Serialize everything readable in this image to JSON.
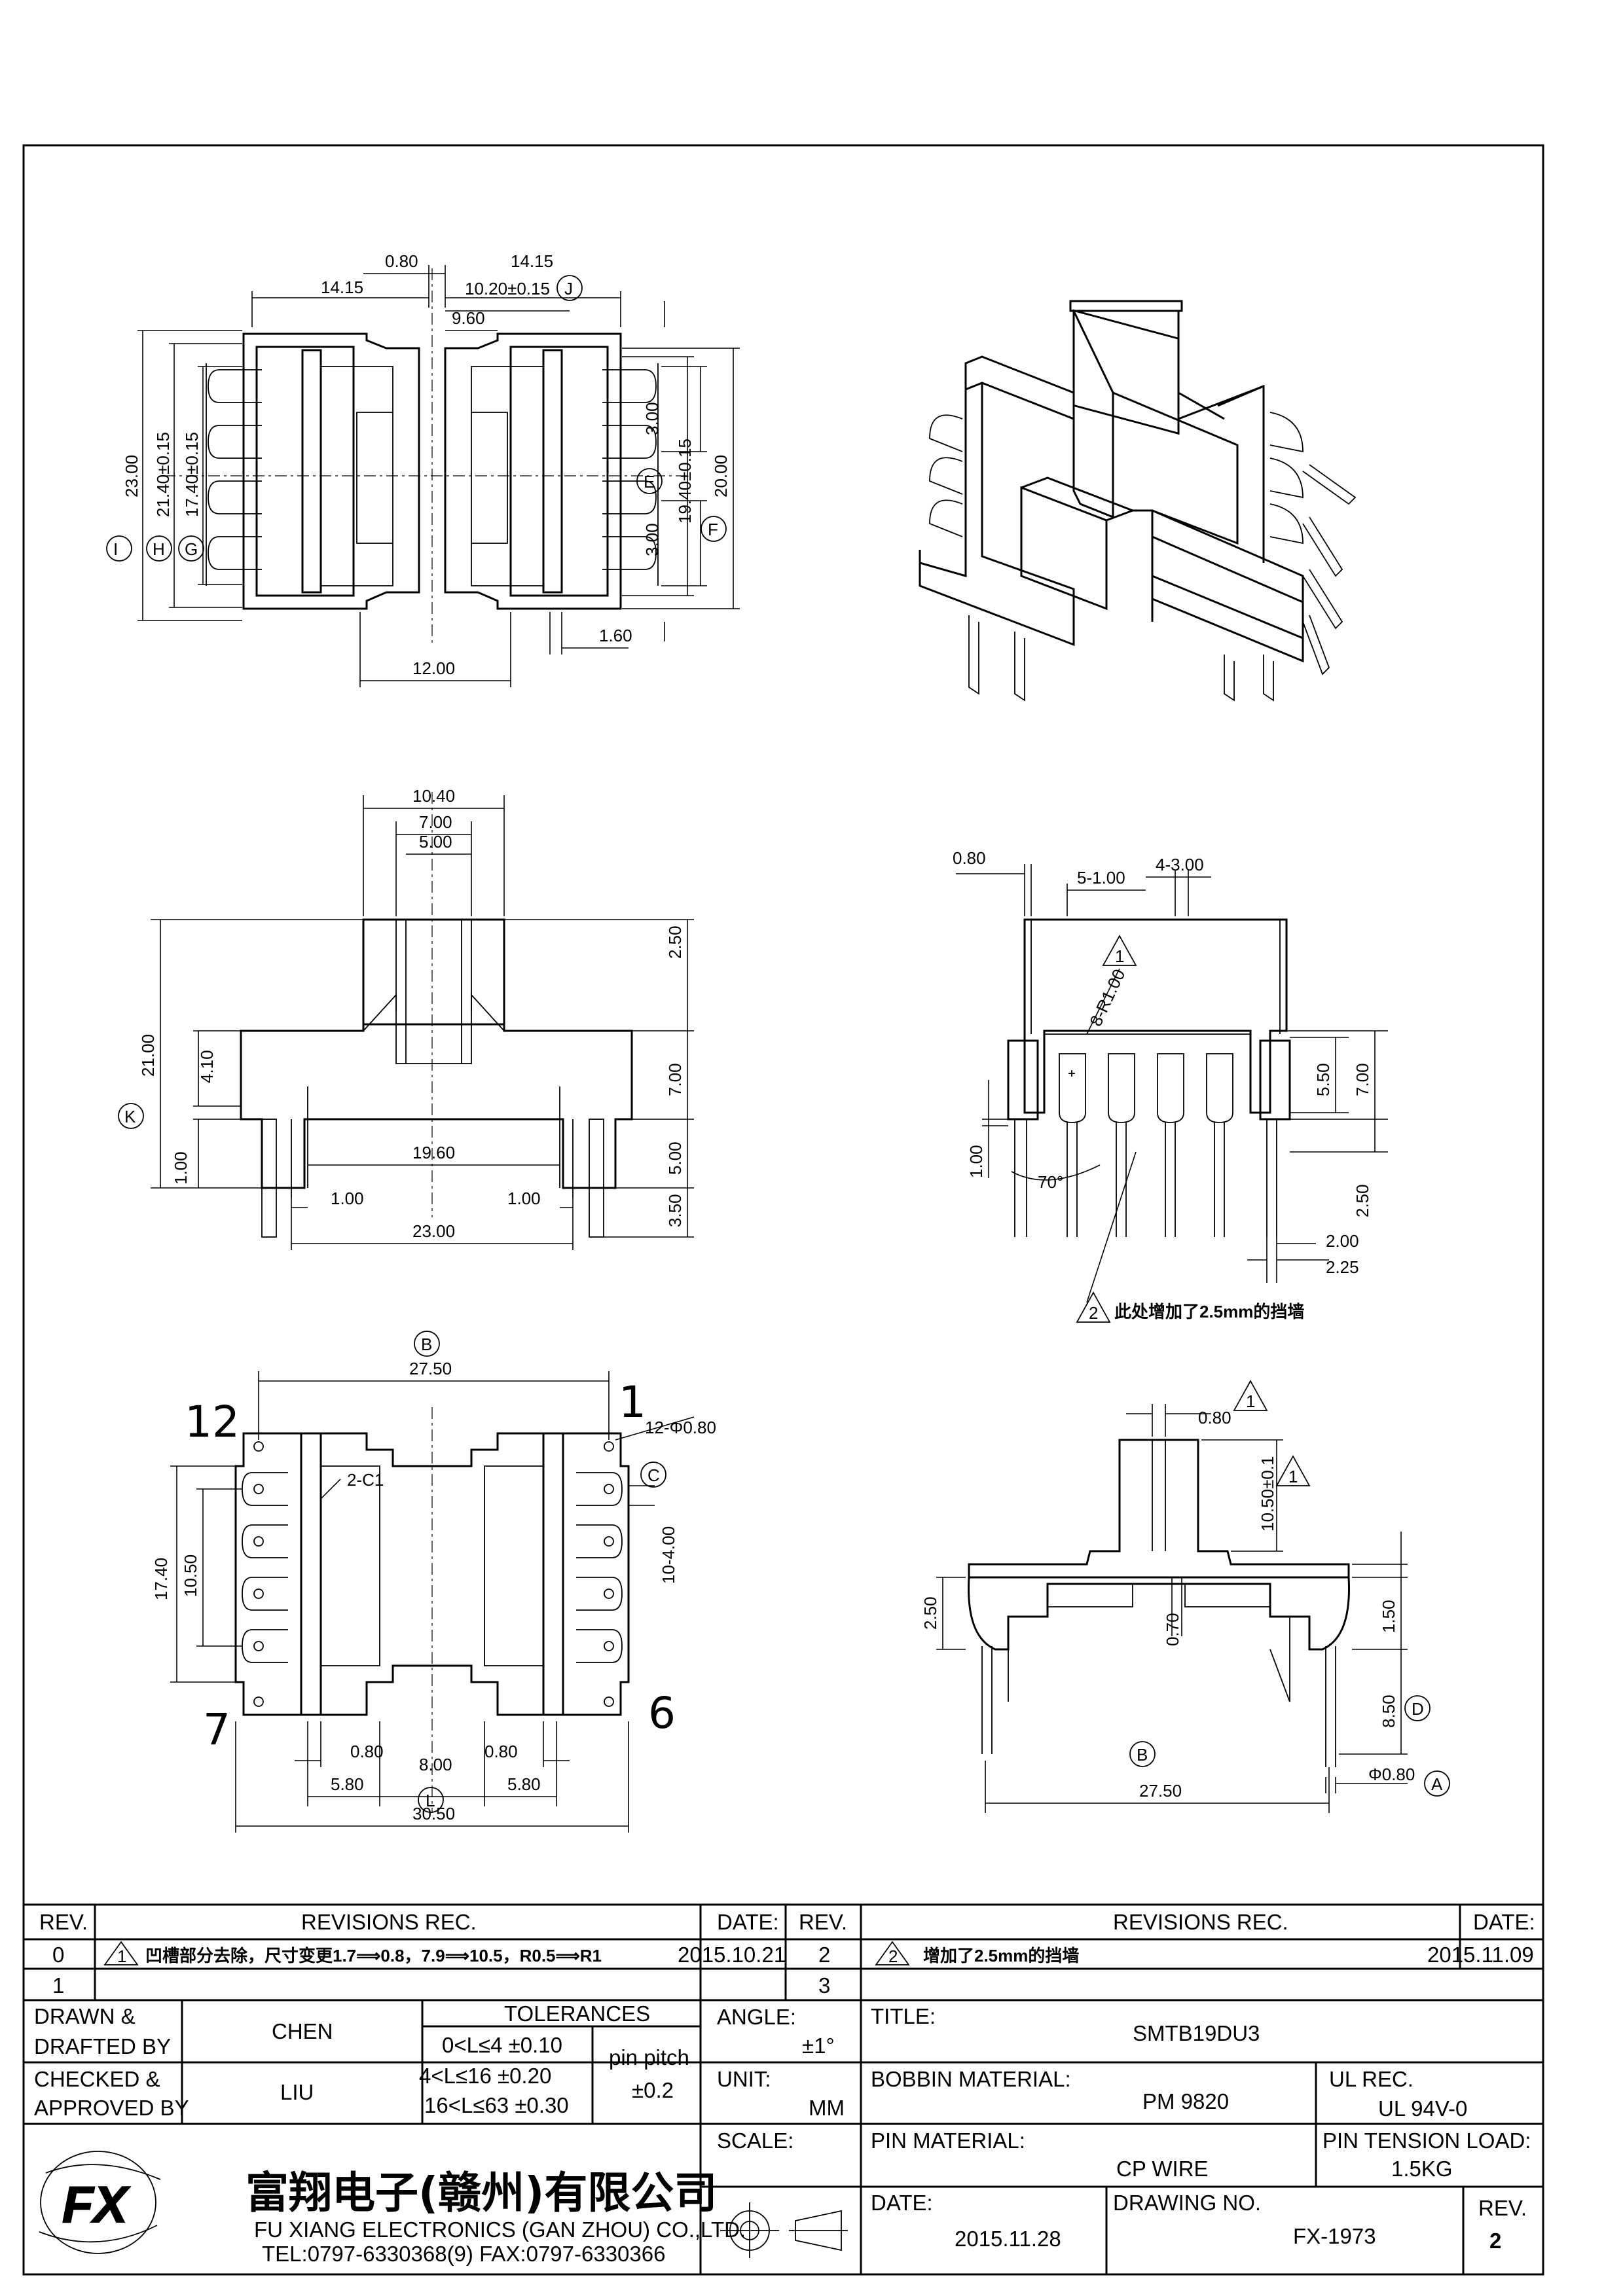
{
  "top_left_view": {
    "dims": {
      "d1": "0.80",
      "d2": "14.15",
      "d3": "14.15",
      "d4": "10.20±0.15",
      "d5": "9.60",
      "d6": "23.00",
      "d7": "21.40±0.15",
      "d8": "17.40±0.15",
      "d9": "3.00",
      "d10": "3.00",
      "d11": "19.40±0.15",
      "d12": "20.00",
      "d13": "12.00",
      "d14": "1.60"
    },
    "tags": {
      "I": "I",
      "H": "H",
      "G": "G",
      "J": "J",
      "E": "E",
      "F": "F"
    }
  },
  "front_view": {
    "dims": {
      "d1": "10.40",
      "d2": "7.00",
      "d3": "5.00",
      "d4": "2.50",
      "d5": "21.00",
      "d6": "4.10",
      "d7": "7.00",
      "d8": "19.60",
      "d9": "5.00",
      "d10": "1.00",
      "d11": "1.00",
      "d12": "1.00",
      "d13": "3.50",
      "d14": "23.00"
    },
    "tags": {
      "K": "K"
    }
  },
  "side_view": {
    "dims": {
      "d1": "0.80",
      "d2": "5-1.00",
      "d3": "4-3.00",
      "d4": "8-R1.00",
      "d5": "5.50",
      "d6": "7.00",
      "d7": "1.00",
      "d8": "70°",
      "d9": "2.50",
      "d10": "2.00",
      "d11": "2.25"
    },
    "rev_marks": {
      "r1": "1",
      "r2": "2"
    },
    "note": "此处增加了2.5mm的挡墙"
  },
  "bottom_view": {
    "dims": {
      "d1": "27.50",
      "d2": "12-Φ0.80",
      "d3": "2-C1",
      "d4": "17.40",
      "d5": "10.50",
      "d6": "10-4.00",
      "d7": "0.80",
      "d8": "8.00",
      "d9": "0.80",
      "d10": "5.80",
      "d11": "5.80",
      "d12": "30.50"
    },
    "pins": {
      "p12": "12",
      "p1": "1",
      "p7": "7",
      "p6": "6"
    },
    "tags": {
      "B": "B",
      "C": "C",
      "L": "L"
    }
  },
  "section_view": {
    "dims": {
      "d1": "0.80",
      "d2": "10.50±0.1",
      "d3": "2.50",
      "d4": "0.70",
      "d5": "1.50",
      "d6": "8.50",
      "d7": "27.50",
      "d8": "Φ0.80"
    },
    "rev_marks": {
      "r1": "1",
      "r2": "1"
    },
    "tags": {
      "B": "B",
      "D": "D",
      "A": "A"
    }
  },
  "title_block": {
    "rev_header": "REV.",
    "revisions_header": "REVISIONS   REC.",
    "date_header": "DATE:",
    "rev_header2": "REV.",
    "revisions_header2": "REVISIONS   REC.",
    "date_header2": "DATE:",
    "rev0": "0",
    "rev0_mark": "1",
    "rev0_text": "凹槽部分去除，尺寸变更1.7⟹0.8，7.9⟹10.5，R0.5⟹R1",
    "rev0_date": "2015.10.21",
    "rev2": "2",
    "rev2_mark": "2",
    "rev2_text": "增加了2.5mm的挡墙",
    "rev2_date": "2015.11.09",
    "rev1": "1",
    "rev3": "3",
    "drawn_label_1": "DRAWN &",
    "drawn_label_2": "DRAFTED BY",
    "drawn_by": "CHEN",
    "checked_label_1": "CHECKED &",
    "checked_label_2": "APPROVED BY",
    "checked_by": "LIU",
    "tolerances_label": "TOLERANCES",
    "tol1": "0<L≤4   ±0.10",
    "tol2": "4<L≤16  ±0.20",
    "tol3": "16<L≤63  ±0.30",
    "pin_pitch_label": "pin  pitch",
    "pin_pitch_value": "±0.2",
    "angle_label": "ANGLE:",
    "angle_value": "±1°",
    "unit_label": "UNIT:",
    "unit_value": "MM",
    "scale_label": "SCALE:",
    "title_label": "TITLE:",
    "title_value": "SMTB19DU3",
    "bobbin_label": "BOBBIN  MATERIAL:",
    "bobbin_value": "PM  9820",
    "ul_label": "UL  REC.",
    "ul_value": "UL  94V-0",
    "pin_material_label": "PIN  MATERIAL:",
    "pin_material_value": "CP  WIRE",
    "pin_tension_label": "PIN  TENSION  LOAD:",
    "pin_tension_value": "1.5KG",
    "date_label": "DATE:",
    "date_value": "2015.11.28",
    "drawing_no_label": "DRAWING  NO.",
    "drawing_no_value": "FX-1973",
    "rev_label": "REV.",
    "rev_value": "2",
    "company_cn": "富翔电子(赣州)有限公司",
    "company_en": "FU  XIANG  ELECTRONICS  (GAN  ZHOU)  CO.,LTD.",
    "company_tel": "TEL:0797-6330368(9)   FAX:0797-6330366",
    "logo_text": "FX"
  }
}
